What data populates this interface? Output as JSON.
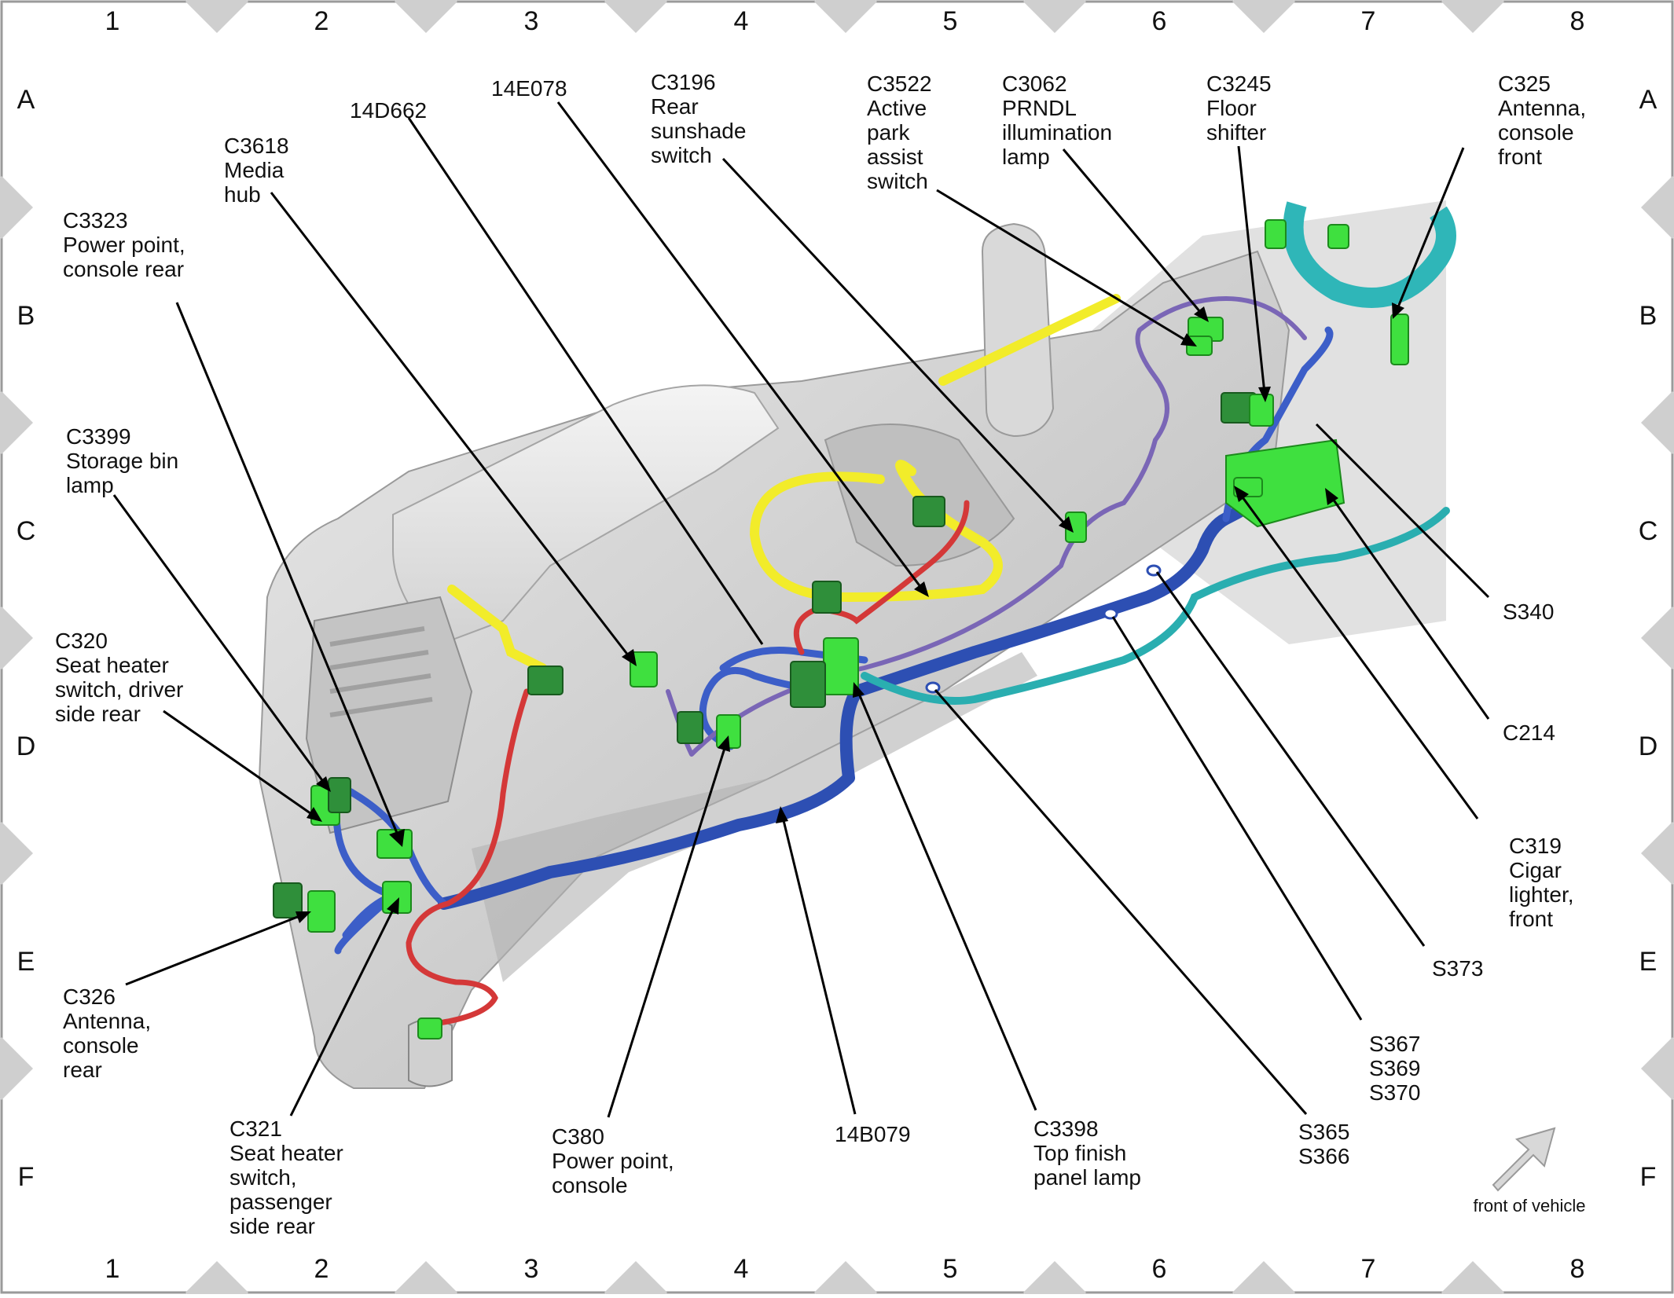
{
  "grid": {
    "columns": [
      "1",
      "2",
      "3",
      "4",
      "5",
      "6",
      "7",
      "8"
    ],
    "rows": [
      "A",
      "B",
      "C",
      "D",
      "E",
      "F"
    ]
  },
  "callouts": {
    "c3323": [
      "C3323",
      "Power point,",
      "console rear"
    ],
    "c3618": [
      "C3618",
      "Media",
      "hub"
    ],
    "p14d662": [
      "14D662"
    ],
    "p14e078": [
      "14E078"
    ],
    "c3196": [
      "C3196",
      "Rear",
      "sunshade",
      "switch"
    ],
    "c3522": [
      "C3522",
      "Active",
      "park",
      "assist",
      "switch"
    ],
    "c3062": [
      "C3062",
      "PRNDL",
      "illumination",
      "lamp"
    ],
    "c3245": [
      "C3245",
      "Floor",
      "shifter"
    ],
    "c325": [
      "C325",
      "Antenna,",
      "console",
      "front"
    ],
    "c3399": [
      "C3399",
      "Storage bin",
      "lamp"
    ],
    "c320": [
      "C320",
      "Seat heater",
      "switch, driver",
      "side rear"
    ],
    "s340": [
      "S340"
    ],
    "c214": [
      "C214"
    ],
    "c319": [
      "C319",
      "Cigar",
      "lighter,",
      "front"
    ],
    "s373": [
      "S373"
    ],
    "s367": [
      "S367",
      "S369",
      "S370"
    ],
    "s365": [
      "S365",
      "S366"
    ],
    "c3398": [
      "C3398",
      "Top finish",
      "panel lamp"
    ],
    "p14b079": [
      "14B079"
    ],
    "c380": [
      "C380",
      "Power point,",
      "console"
    ],
    "c321": [
      "C321",
      "Seat heater",
      "switch,",
      "passenger",
      "side rear"
    ],
    "c326": [
      "C326",
      "Antenna,",
      "console",
      "rear"
    ]
  },
  "orientation": {
    "label": "front of vehicle"
  },
  "colors": {
    "harness_main": "#2d4fb3",
    "harness_secondary": "#7a66b6",
    "power_wire": "#d43838",
    "antenna_cable": "#2aaeb0",
    "lighting_harness": "#f2ec2a",
    "connector": "#3fe03f",
    "console_body": "#cfcfcf"
  }
}
